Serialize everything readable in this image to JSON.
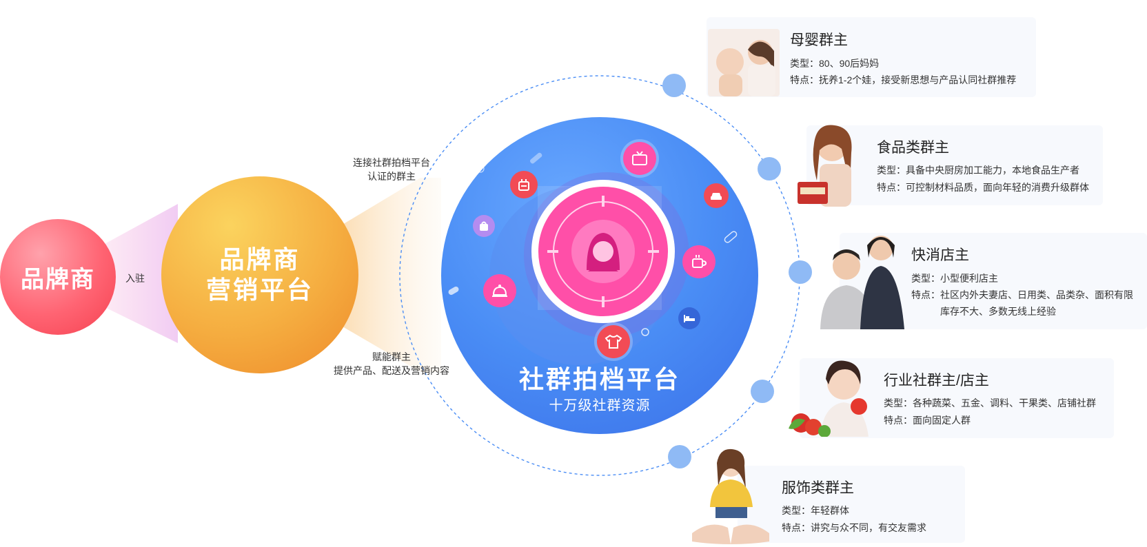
{
  "left_nodes": {
    "brand": "品牌商",
    "join": "入驻",
    "marketing_line1": "品牌商",
    "marketing_line2": "营销平台"
  },
  "connections": {
    "top_line1": "连接社群拍档平台",
    "top_line2": "认证的群主",
    "bottom_line1": "赋能群主",
    "bottom_line2": "提供产品、配送及营销内容"
  },
  "platform": {
    "title": "社群拍档平台",
    "subtitle": "十万级社群资源"
  },
  "icons": [
    "tv-icon",
    "lunchbox-icon",
    "car-icon",
    "bag-icon",
    "coffee-icon",
    "service-bell-icon",
    "bed-icon",
    "tshirt-icon",
    "avatar-icon"
  ],
  "groups": [
    {
      "title": "母婴群主",
      "type": "类型：80、90后妈妈",
      "feature": "特点：抚养1-2个娃，接受新思想与产品认同社群推荐"
    },
    {
      "title": "食品类群主",
      "type": "类型：具备中央厨房加工能力，本地食品生产者",
      "feature": "特点：可控制材料品质，面向年轻的消费升级群体"
    },
    {
      "title": "快消店主",
      "type": "类型：小型便利店主",
      "feature": "特点：社区内外夫妻店、日用类、品类杂、面积有限",
      "feature_cont": "库存不大、多数无线上经验"
    },
    {
      "title": "行业社群主/店主",
      "type": "类型：各种蔬菜、五金、调料、干果类、店铺社群",
      "feature": "特点：面向固定人群"
    },
    {
      "title": "服饰类群主",
      "type": "类型：年轻群体",
      "feature": "特点：讲究与众不同，有交友需求"
    }
  ],
  "colors": {
    "brand": "#ff6473",
    "marketing": "#f5ad40",
    "platform": "#4a8df5",
    "pink": "#ff4fa8",
    "red": "#f24b55",
    "node": "#8fbaf5"
  }
}
